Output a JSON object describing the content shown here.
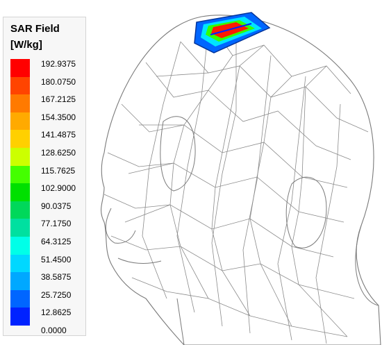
{
  "legend": {
    "title": "SAR Field",
    "unit": "[W/kg]",
    "ticks": [
      "192.9375",
      "180.0750",
      "167.2125",
      "154.3500",
      "141.4875",
      "128.6250",
      "115.7625",
      "102.9000",
      "90.0375",
      "77.1750",
      "64.3125",
      "51.4500",
      "38.5875",
      "25.7250",
      "12.8625",
      "0.0000"
    ],
    "colors": [
      "#ff0000",
      "#ff4400",
      "#ff7a00",
      "#ffaa00",
      "#ffd000",
      "#ccff00",
      "#44ff00",
      "#00e000",
      "#00d85a",
      "#00e0a0",
      "#00ffe8",
      "#00d8ff",
      "#00a8ff",
      "#0066ff",
      "#0022ff"
    ]
  }
}
